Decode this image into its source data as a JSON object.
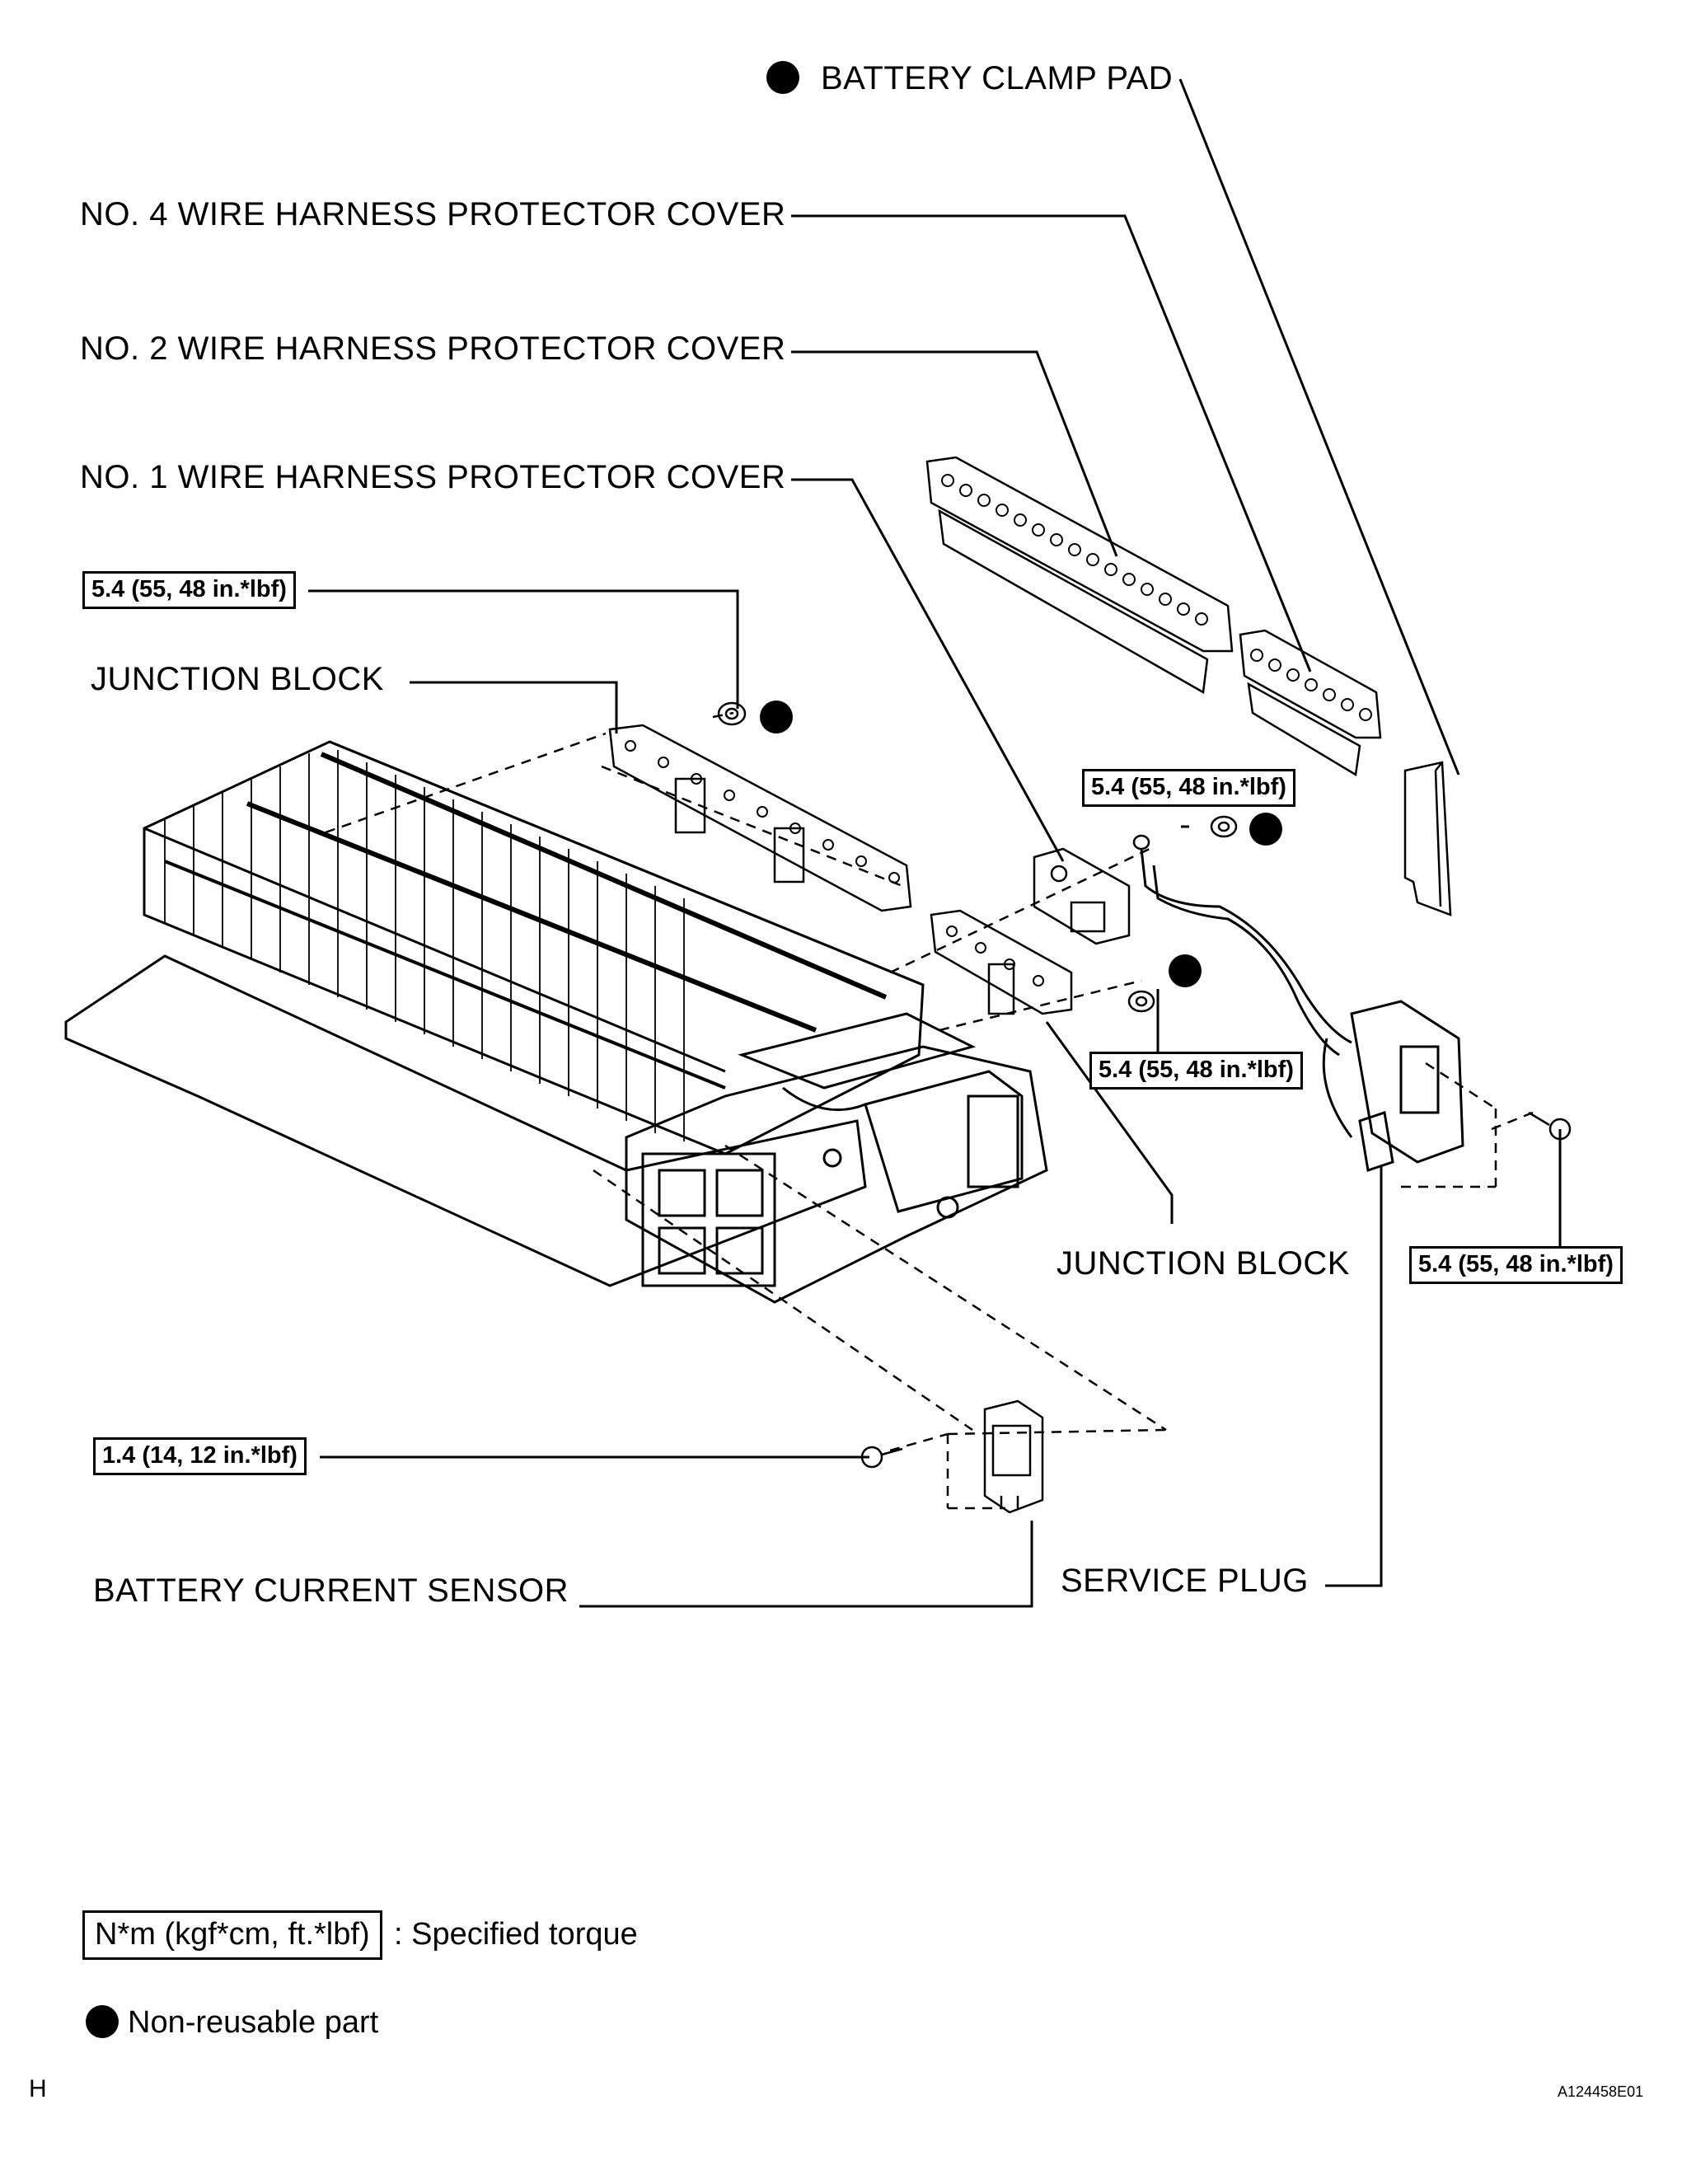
{
  "labels": {
    "battery_clamp_pad": "BATTERY CLAMP PAD",
    "no4_cover": "NO. 4 WIRE HARNESS PROTECTOR COVER",
    "no2_cover": "NO. 2 WIRE HARNESS PROTECTOR COVER",
    "no1_cover": "NO. 1 WIRE HARNESS PROTECTOR COVER",
    "junction_block_left": "JUNCTION BLOCK",
    "junction_block_right": "JUNCTION BLOCK",
    "battery_current_sensor": "BATTERY CURRENT SENSOR",
    "service_plug": "SERVICE PLUG"
  },
  "torques": {
    "t1": "5.4 (55, 48 in.*lbf)",
    "t2": "5.4 (55, 48 in.*lbf)",
    "t3": "5.4 (55, 48 in.*lbf)",
    "t4": "5.4 (55, 48 in.*lbf)",
    "t5": "1.4 (14, 12 in.*lbf)"
  },
  "legend": {
    "torque_box": "N*m (kgf*cm, ft.*lbf)",
    "torque_desc": ": Specified torque",
    "nonreusable": "Non-reusable part"
  },
  "corner_letter": "H",
  "figure_id": "A124458E01",
  "colors": {
    "ink": "#000000",
    "paper": "#ffffff"
  }
}
